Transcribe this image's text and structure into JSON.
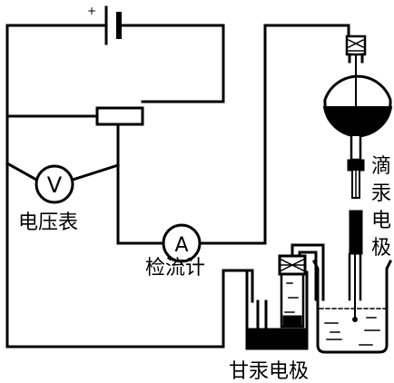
{
  "diagram": {
    "labels": {
      "battery_plus": "+",
      "voltmeter_symbol": "V",
      "voltmeter": "电压表",
      "ammeter_symbol": "A",
      "galvanometer": "检流计",
      "dme": [
        "滴",
        "汞",
        "电",
        "极"
      ],
      "sce": "甘汞电极"
    },
    "colors": {
      "line": "#000000",
      "mercury": "#000000",
      "solution": "#ffffff"
    },
    "components": [
      "battery-icon",
      "rheostat-icon",
      "voltmeter-icon",
      "galvanometer-icon",
      "mercury-reservoir-icon",
      "dropping-mercury-electrode-icon",
      "calomel-electrode-icon",
      "electrolysis-beaker-icon",
      "salt-bridge-icon"
    ]
  }
}
